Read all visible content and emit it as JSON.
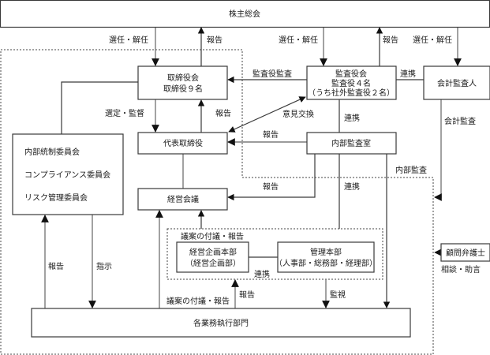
{
  "title": "コーポレート・ガバナンス体制図",
  "nodes": {
    "shareholders_meeting": "株主総会",
    "board": [
      "取締役会",
      "取締役９名"
    ],
    "audit_board": [
      "監査役会",
      "監査役４名",
      "（うち社外監査役２名）"
    ],
    "accounting_auditor": "会計監査人",
    "representative_director": "代表取締役",
    "internal_audit_office": "内部監査室",
    "management_meeting": "経営会議",
    "committees": [
      "内部統制委員会",
      "コンプライアンス委員会",
      "リスク管理委員会"
    ],
    "corporate_planning": [
      "経営企画本部",
      "（経営企画部）"
    ],
    "administration": [
      "管理本部",
      "（人事部・総務部・経理部）"
    ],
    "business_units": "各業務執行部門",
    "legal_advisor": "顧問弁護士"
  },
  "edge_labels": {
    "sh_to_board": "選任・解任",
    "board_to_sh": "報告",
    "sh_to_audit": "選任・解任",
    "audit_to_sh": "報告",
    "sh_to_accountant": "選任・解任",
    "audit_to_board": "監査役監査",
    "audit_accountant": "連携",
    "board_to_rep": "選定・監督",
    "rep_to_board": "報告",
    "opinion_exchange": "意見交換",
    "audit_internal": "連携",
    "internal_to_rep": "報告",
    "accounting_audit": "会計監査",
    "internal_audit": "内部監査",
    "internal_to_mgmt": "報告",
    "internal_to_admin": "連携",
    "inner_proposal": "議案の付議・報告",
    "inner_link": "連携",
    "units_to_committee": "報告",
    "committee_to_units": "指示",
    "units_proposal": "議案の付議・報告",
    "units_to_inner": "報告",
    "admin_monitor": "監視",
    "legal_advice": "相談・助言"
  }
}
